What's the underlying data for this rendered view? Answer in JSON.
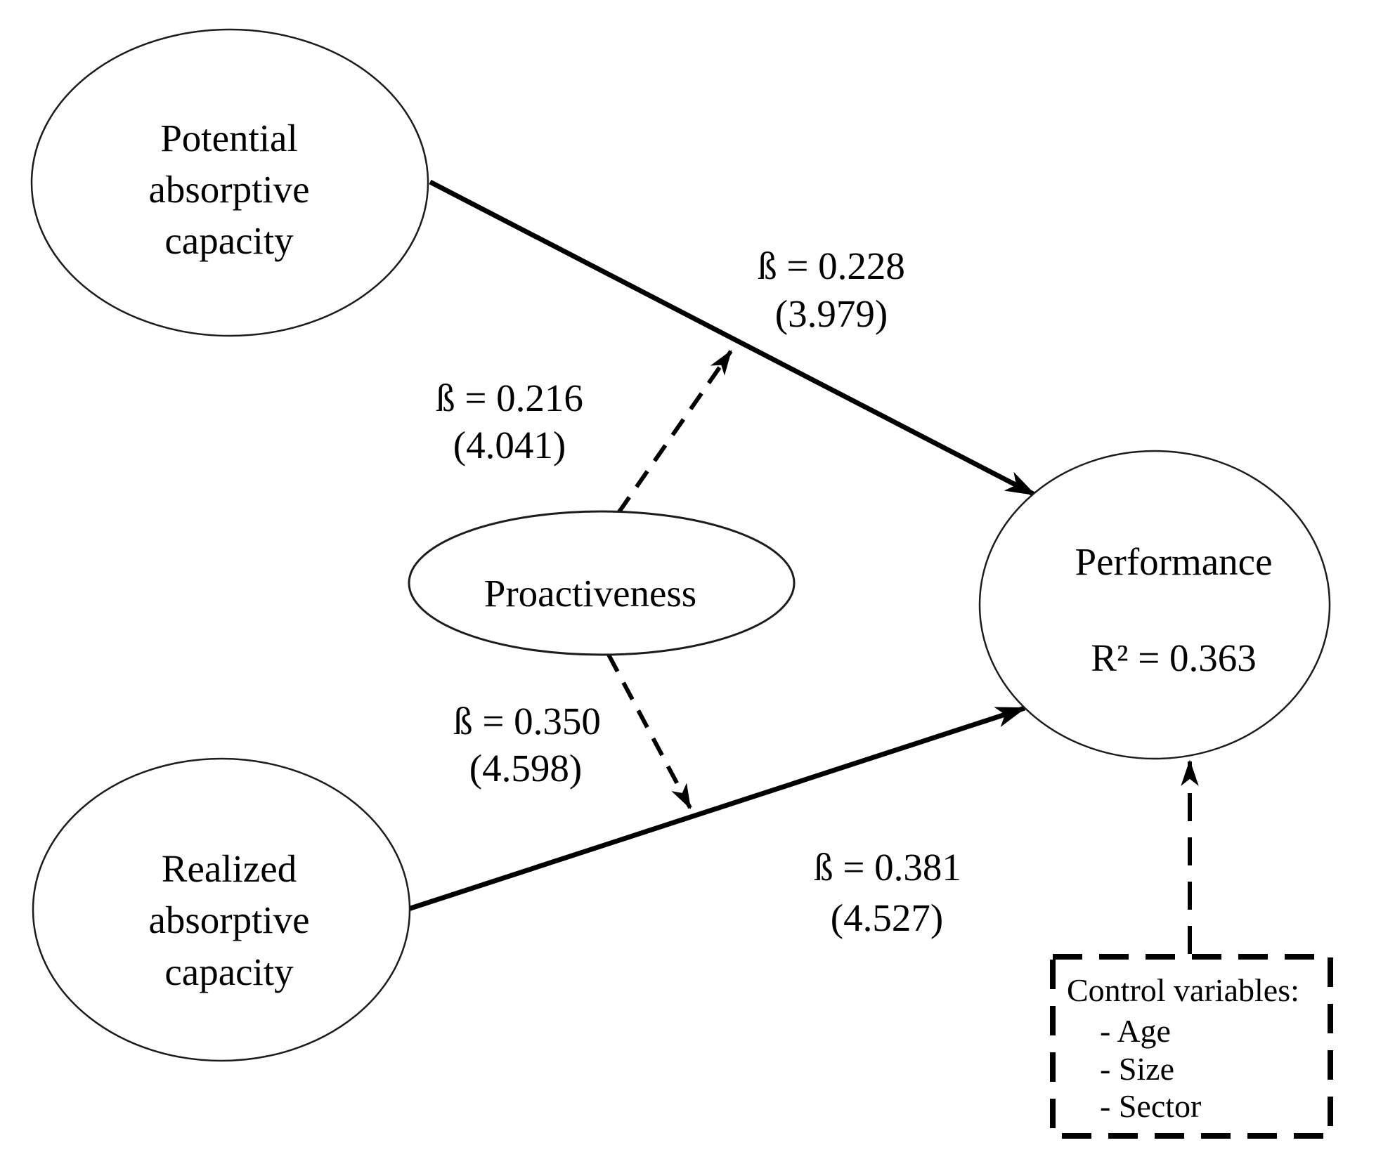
{
  "colors": {
    "ink": "#000000",
    "paper": "#ffffff"
  },
  "nodes": {
    "potential": {
      "lines": [
        "Potential",
        "absorptive",
        "capacity"
      ]
    },
    "realized": {
      "lines": [
        "Realized",
        "absorptive",
        "capacity"
      ]
    },
    "proactiveness": {
      "label": "Proactiveness"
    },
    "performance": {
      "label": "Performance",
      "r_squared": "R² = 0.363"
    }
  },
  "paths": {
    "potential_to_performance": {
      "beta": "ß = 0.228",
      "t_value": "(3.979)"
    },
    "moderation_upper": {
      "beta": "ß = 0.216",
      "t_value": "(4.041)"
    },
    "moderation_lower": {
      "beta": "ß = 0.350",
      "t_value": "(4.598)"
    },
    "realized_to_performance": {
      "beta": "ß = 0.381",
      "t_value": "(4.527)"
    }
  },
  "control_box": {
    "title": "Control variables:",
    "items": [
      "- Age",
      "- Size",
      "- Sector"
    ]
  }
}
